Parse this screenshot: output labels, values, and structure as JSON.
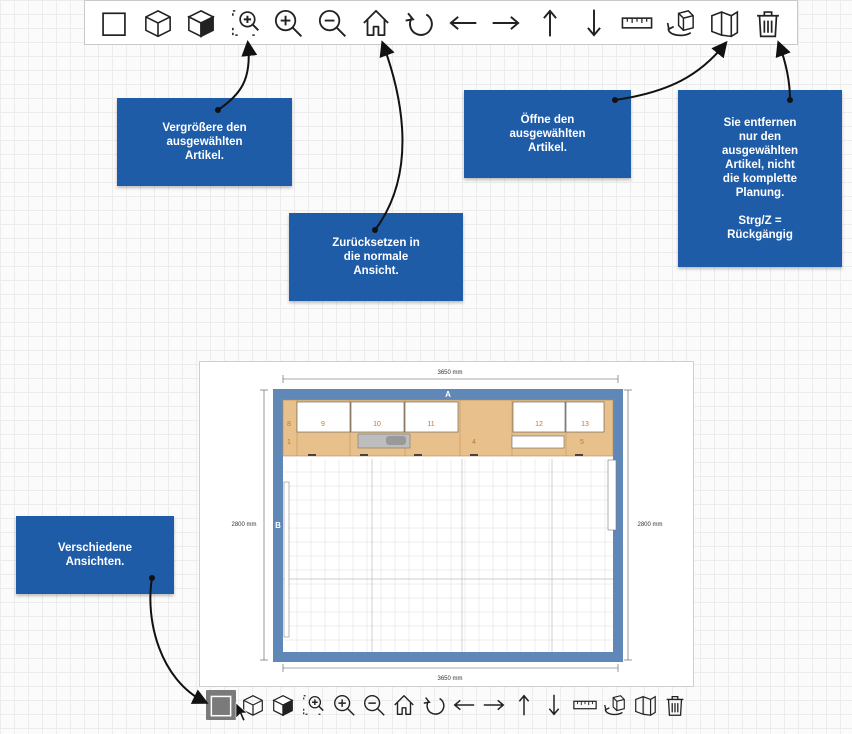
{
  "toolbar": {
    "tools": [
      {
        "id": "view-2d",
        "icon": "square-2d-icon"
      },
      {
        "id": "view-3d-wire",
        "icon": "cube-outline-icon"
      },
      {
        "id": "view-3d-solid",
        "icon": "cube-solid-icon"
      },
      {
        "id": "zoom-selection",
        "icon": "zoom-selection-icon"
      },
      {
        "id": "zoom-in",
        "icon": "zoom-in-icon"
      },
      {
        "id": "zoom-out",
        "icon": "zoom-out-icon"
      },
      {
        "id": "home",
        "icon": "home-icon"
      },
      {
        "id": "rotate",
        "icon": "rotate-icon"
      },
      {
        "id": "move-left",
        "icon": "arrow-left-icon"
      },
      {
        "id": "move-right",
        "icon": "arrow-right-icon"
      },
      {
        "id": "move-up",
        "icon": "arrow-up-icon"
      },
      {
        "id": "move-down",
        "icon": "arrow-down-icon"
      },
      {
        "id": "measure",
        "icon": "ruler-icon"
      },
      {
        "id": "rotate-3d",
        "icon": "rotate-3d-icon"
      },
      {
        "id": "open-item",
        "icon": "open-item-icon"
      },
      {
        "id": "delete",
        "icon": "trash-icon"
      }
    ]
  },
  "notes": {
    "zoom_selection": [
      "Vergrößere den",
      "ausgewählten",
      "Artikel."
    ],
    "home": [
      "Zurücksetzen in",
      "die normale",
      "Ansicht."
    ],
    "open_item": [
      "Öffne den",
      "ausgewählten",
      "Artikel."
    ],
    "delete": [
      "Sie entfernen",
      "nur den",
      "ausgewählten",
      "Artikel, nicht",
      "die komplette",
      "Planung.",
      "",
      "Strg/Z =",
      "Rückgängig"
    ],
    "views": [
      "Verschiedene",
      "Ansichten."
    ]
  },
  "plan": {
    "width_label_top": "3650 mm",
    "width_label_bottom": "3650 mm",
    "height_label_left": "2800 mm",
    "height_label_right": "2800 mm",
    "wall_a": "A",
    "wall_b": "B",
    "cabinets_upper": [
      "9",
      "10",
      "11",
      "12",
      "13"
    ],
    "cabinet_small_left_top": "8",
    "cabinet_small_left_bottom": "1",
    "cabinet_mid": "4",
    "cabinet_small_right": "5"
  },
  "colors": {
    "note_bg": "#1f5ca8",
    "wall": "#5f87b8",
    "wood": "#e7c08b",
    "floor_grid": "#dcdcdc"
  }
}
